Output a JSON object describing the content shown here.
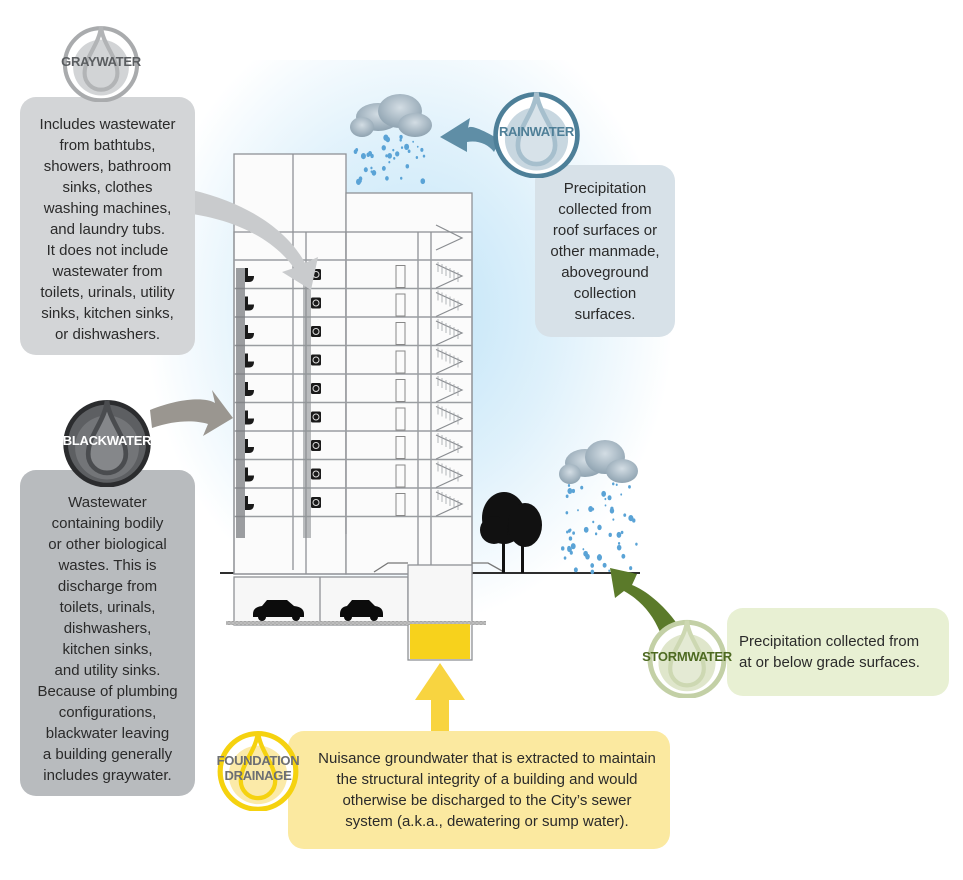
{
  "diagram": {
    "subject": "Building water sources",
    "colors": {
      "graywater": "#c9cbcd",
      "blackwater": "#5d5f62",
      "rainwater": "#5f8ea6",
      "stormwater": "#5b7a2a",
      "foundation_drainage": "#f7d21c",
      "sky_glow": "#bfe3f7"
    }
  },
  "graywater": {
    "label": "GRAYWATER",
    "icon": "water-drop-icon",
    "lines": [
      "Includes wastewater",
      "from bathtubs,",
      "showers, bathroom",
      "sinks, clothes",
      "washing machines,",
      "and laundry tubs.",
      "It does not include",
      "wastewater from",
      "toilets, urinals, utility",
      "sinks, kitchen sinks,",
      "or dishwashers."
    ]
  },
  "blackwater": {
    "label": "BLACKWATER",
    "icon": "water-drop-icon",
    "lines": [
      "Wastewater",
      "containing bodily",
      "or other biological",
      "wastes. This is",
      "discharge from",
      "toilets, urinals,",
      "dishwashers,",
      "kitchen sinks,",
      "and utility sinks.",
      "Because of plumbing",
      "configurations,",
      "blackwater leaving",
      "a building generally",
      "includes graywater."
    ]
  },
  "rainwater": {
    "label": "RAINWATER",
    "icon": "water-drop-icon",
    "lines": [
      "Precipitation",
      "collected from",
      "roof surfaces or",
      "other manmade,",
      "aboveground",
      "collection",
      "surfaces."
    ]
  },
  "stormwater": {
    "label": "STORMWATER",
    "icon": "water-drop-icon",
    "lines": [
      "Precipitation collected from",
      "at or below grade surfaces."
    ]
  },
  "foundation_drainage": {
    "label_line1": "FOUNDATION",
    "label_line2": "DRAINAGE",
    "icon": "water-drop-icon",
    "lines": [
      "Nuisance groundwater that is extracted to maintain",
      "the structural integrity of a building and would",
      "otherwise be discharged to the City’s sewer",
      "system (a.k.a., dewatering or sump water)."
    ]
  },
  "illustration": {
    "building": "building-cross-section",
    "floors_with_fixtures": 9,
    "parked_cars": 2,
    "icons": [
      "rain-cloud-icon",
      "rain-cloud-icon",
      "tree-icon",
      "toilet-icon",
      "washing-machine-icon",
      "car-icon",
      "staircase-icon",
      "sump-pit"
    ]
  }
}
